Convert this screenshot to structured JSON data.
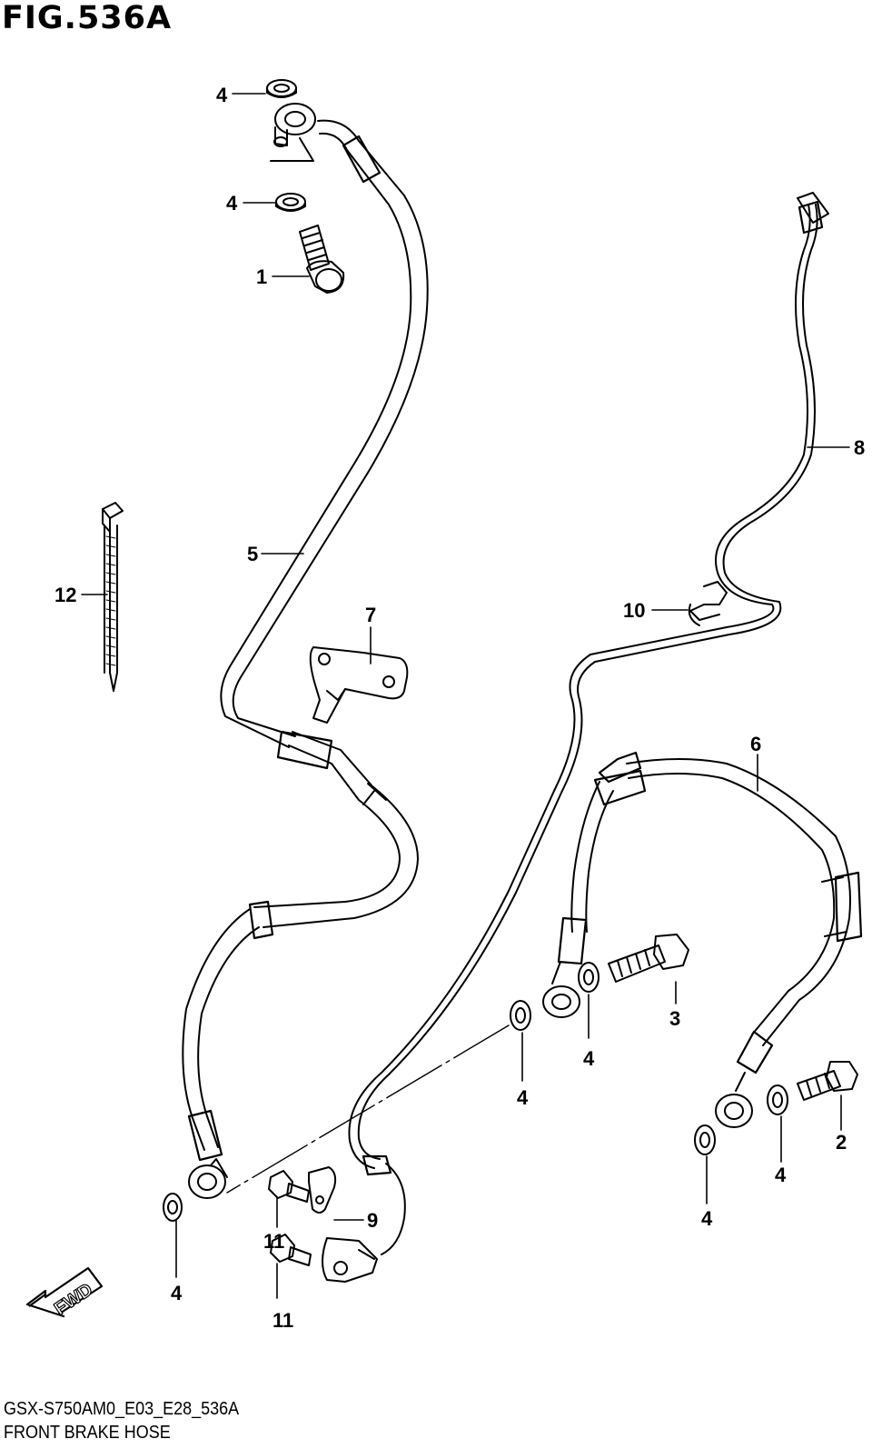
{
  "figure": {
    "title": "FIG.536A",
    "code": "GSX-S750AM0_E03_E28_536A",
    "caption": "FRONT BRAKE HOSE"
  },
  "direction_indicator": "FWD",
  "callouts": [
    {
      "id": "c1",
      "text": "1"
    },
    {
      "id": "c2",
      "text": "2"
    },
    {
      "id": "c3",
      "text": "3"
    },
    {
      "id": "c4a",
      "text": "4"
    },
    {
      "id": "c4b",
      "text": "4"
    },
    {
      "id": "c4c",
      "text": "4"
    },
    {
      "id": "c4d",
      "text": "4"
    },
    {
      "id": "c4e",
      "text": "4"
    },
    {
      "id": "c4f",
      "text": "4"
    },
    {
      "id": "c4g",
      "text": "4"
    },
    {
      "id": "c5",
      "text": "5"
    },
    {
      "id": "c6",
      "text": "6"
    },
    {
      "id": "c7",
      "text": "7"
    },
    {
      "id": "c8",
      "text": "8"
    },
    {
      "id": "c9",
      "text": "9"
    },
    {
      "id": "c10",
      "text": "10"
    },
    {
      "id": "c11a",
      "text": "11"
    },
    {
      "id": "c11b",
      "text": "11"
    },
    {
      "id": "c12",
      "text": "12"
    }
  ]
}
